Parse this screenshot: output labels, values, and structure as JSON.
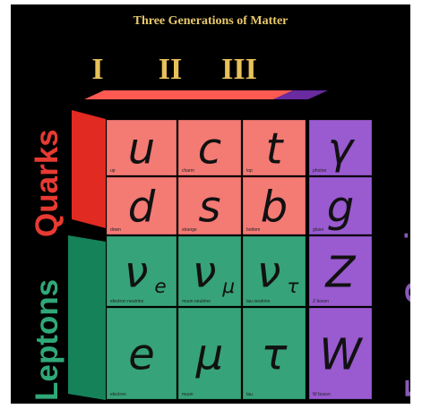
{
  "title": "Three Generations of Matter",
  "generations": [
    "I",
    "II",
    "III"
  ],
  "labels": {
    "quarks": "Quarks",
    "leptons": "Leptons",
    "force_carriers": "Force Carriers"
  },
  "colors": {
    "background": "#000000",
    "title": "#e7c86a",
    "generation_numerals": "#e8c15a",
    "quark_face": "#f47a74",
    "quark_top": "#ff5a52",
    "quark_side": "#e02a22",
    "lepton_face": "#37a37a",
    "lepton_side": "#15825a",
    "boson_face": "#9a5ad0",
    "boson_top": "#6a2aa0",
    "quarks_label": "#e83a32",
    "leptons_label": "#30a878",
    "force_carriers_label": "#8a5ab8"
  },
  "particles": {
    "quarks": [
      {
        "symbol": "u",
        "name": "up"
      },
      {
        "symbol": "c",
        "name": "charm"
      },
      {
        "symbol": "t",
        "name": "top"
      },
      {
        "symbol": "d",
        "name": "down"
      },
      {
        "symbol": "s",
        "name": "strange"
      },
      {
        "symbol": "b",
        "name": "bottom"
      }
    ],
    "leptons": [
      {
        "symbol": "ν",
        "subscript": "e",
        "name": "electron neutrino"
      },
      {
        "symbol": "ν",
        "subscript": "μ",
        "name": "muon neutrino"
      },
      {
        "symbol": "ν",
        "subscript": "τ",
        "name": "tau neutrino"
      },
      {
        "symbol": "e",
        "subscript": "",
        "name": "electron"
      },
      {
        "symbol": "μ",
        "subscript": "",
        "name": "muon"
      },
      {
        "symbol": "τ",
        "subscript": "",
        "name": "tau"
      }
    ],
    "force_carriers": [
      {
        "symbol": "γ",
        "name": "photon"
      },
      {
        "symbol": "g",
        "name": "gluon"
      },
      {
        "symbol": "Z",
        "name": "Z boson"
      },
      {
        "symbol": "W",
        "name": "W boson"
      }
    ]
  }
}
